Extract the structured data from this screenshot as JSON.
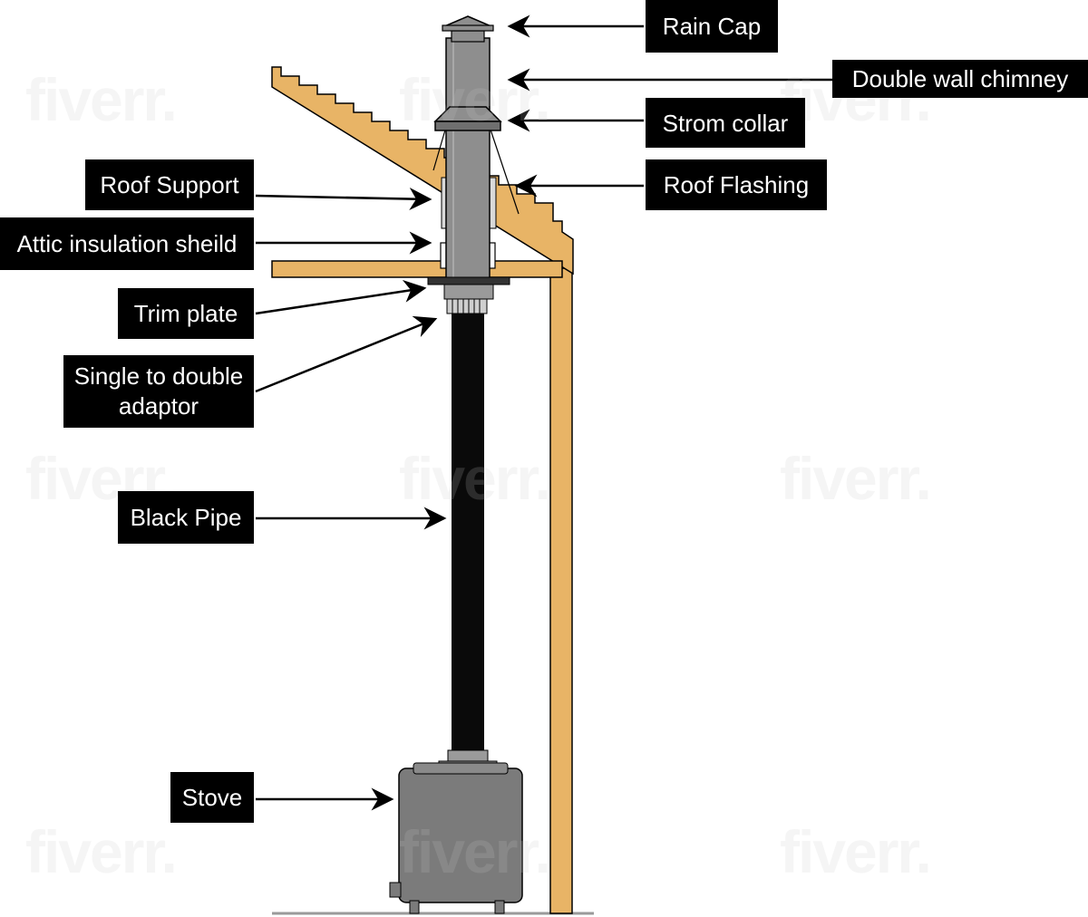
{
  "labels": {
    "rain_cap": "Rain Cap",
    "double_wall_chimney": "Double wall chimney",
    "storm_collar": "Strom collar",
    "roof_flashing": "Roof Flashing",
    "roof_support": "Roof Support",
    "attic_insulation_shield": "Attic insulation sheild",
    "trim_plate": "Trim plate",
    "adaptor_line1": "Single to double",
    "adaptor_line2": "adaptor",
    "black_pipe": "Black Pipe",
    "stove": "Stove"
  },
  "watermark_text": "fiverr.",
  "colors": {
    "chimney_gray": "#8e8e8e",
    "stove_gray": "#7b7b7b",
    "pipe_black": "#0a0a0a",
    "wood": "#e8b466",
    "label_bg": "#000000",
    "label_text": "#ffffff"
  }
}
